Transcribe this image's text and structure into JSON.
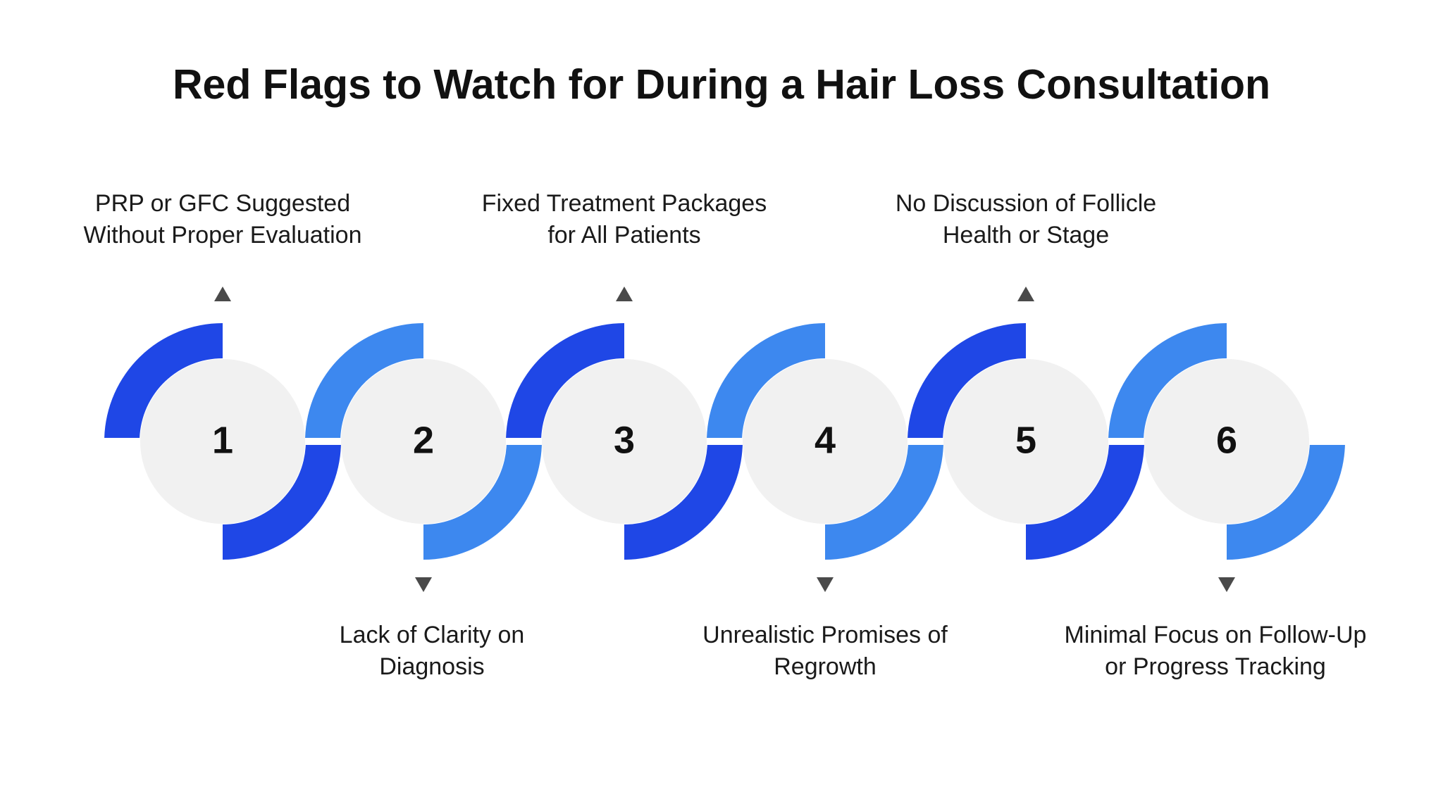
{
  "title": "Red Flags to Watch for During a Hair Loss Consultation",
  "colors": {
    "dark_blue": "#1f47e6",
    "light_blue": "#3d88ef",
    "circle_fill": "#f1f1f1",
    "arrow": "#4a4a4a"
  },
  "steps": [
    {
      "number": "1",
      "position": "top",
      "color": "dark_blue",
      "lines": [
        "PRP or GFC Suggested",
        "Without Proper Evaluation"
      ]
    },
    {
      "number": "2",
      "position": "bottom",
      "color": "light_blue",
      "lines": [
        "Lack of Clarity on",
        "Diagnosis"
      ]
    },
    {
      "number": "3",
      "position": "top",
      "color": "dark_blue",
      "lines": [
        "Fixed Treatment Packages",
        "for All Patients"
      ]
    },
    {
      "number": "4",
      "position": "bottom",
      "color": "light_blue",
      "lines": [
        "Unrealistic Promises of",
        "Regrowth"
      ]
    },
    {
      "number": "5",
      "position": "top",
      "color": "dark_blue",
      "lines": [
        "No Discussion of Follicle",
        "Health or Stage"
      ]
    },
    {
      "number": "6",
      "position": "bottom",
      "color": "light_blue",
      "lines": [
        "Minimal Focus on Follow-Up",
        "or Progress Tracking"
      ]
    }
  ]
}
